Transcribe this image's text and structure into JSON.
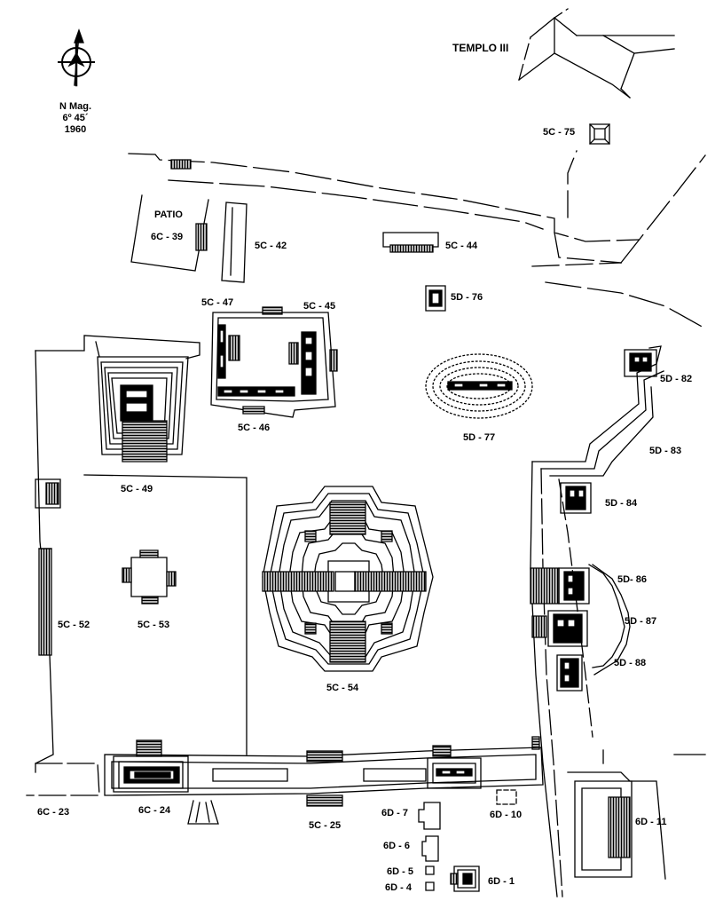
{
  "compass": {
    "icon": "north-arrow-icon",
    "line1": "N Mag.",
    "line2": "6º 45´",
    "line3": "1960"
  },
  "labels": {
    "templo_iii": "TEMPLO III",
    "patio": "PATIO",
    "s5c75": "5C - 75",
    "s6c39": "6C - 39",
    "s5c42": "5C - 42",
    "s5c44": "5C - 44",
    "s5d76": "5D - 76",
    "s5c47": "5C - 47",
    "s5c45": "5C - 45",
    "s5c46": "5C - 46",
    "s5d82": "5D - 82",
    "s5d77": "5D - 77",
    "s5d83": "5D - 83",
    "s5c49": "5C - 49",
    "s5d84": "5D - 84",
    "s5d86": "5D- 86",
    "s5d87": "5D - 87",
    "s5d88": "5D - 88",
    "s5c52": "5C - 52",
    "s5c53": "5C - 53",
    "s5c54": "5C - 54",
    "s6c23": "6C - 23",
    "s6c24": "6C - 24",
    "s5c25": "5C - 25",
    "s6d7": "6D - 7",
    "s6d10": "6D - 10",
    "s6d11": "6D - 11",
    "s6d6": "6D - 6",
    "s6d5": "6D - 5",
    "s6d4": "6D - 4",
    "s6d1": "6D - 1"
  },
  "colors": {
    "ink": "#000000",
    "paper": "#ffffff"
  }
}
